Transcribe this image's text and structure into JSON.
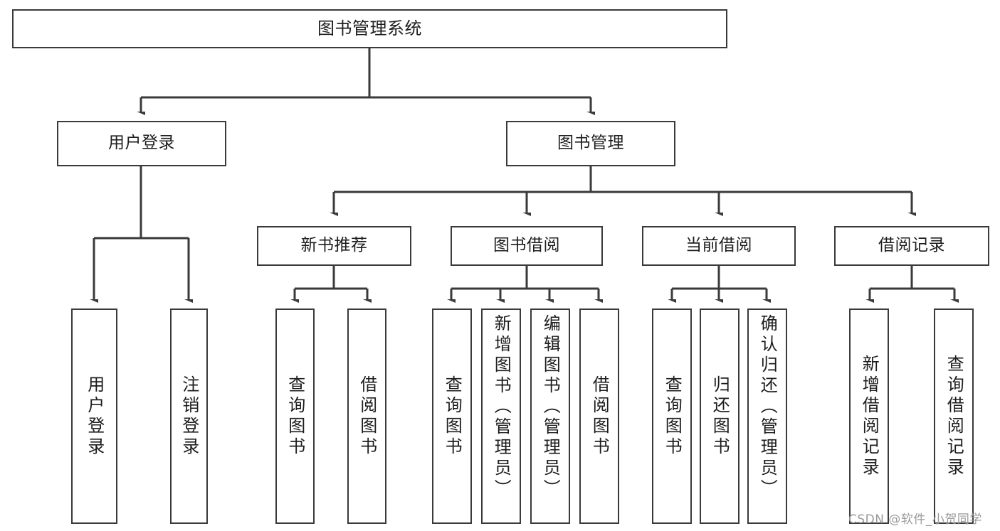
{
  "diagram": {
    "title": "图书管理系统",
    "type": "tree",
    "colors": {
      "background": "#ffffff",
      "node_border": "#3a3a3a",
      "node_fill": "#ffffff",
      "edge": "#3a3a3a",
      "text": "#1d1d1d",
      "watermark": "#9a9a9a"
    },
    "root": {
      "label": "图书管理系统",
      "orientation": "horizontal"
    },
    "level1": [
      {
        "label": "用户登录",
        "orientation": "horizontal"
      },
      {
        "label": "图书管理",
        "orientation": "horizontal"
      }
    ],
    "level2": [
      {
        "label": "新书推荐",
        "orientation": "horizontal",
        "parent": "图书管理"
      },
      {
        "label": "图书借阅",
        "orientation": "horizontal",
        "parent": "图书管理"
      },
      {
        "label": "当前借阅",
        "orientation": "horizontal",
        "parent": "图书管理"
      },
      {
        "label": "借阅记录",
        "orientation": "horizontal",
        "parent": "图书管理"
      }
    ],
    "leaves": {
      "user_login": [
        {
          "label": "用户登录",
          "orientation": "vertical"
        },
        {
          "label": "注销登录",
          "orientation": "vertical"
        }
      ],
      "new_book_recommend": [
        {
          "label": "查询图书",
          "orientation": "vertical"
        },
        {
          "label": "借阅图书",
          "orientation": "vertical"
        }
      ],
      "book_borrow": [
        {
          "label": "查询图书",
          "orientation": "vertical"
        },
        {
          "label": "新增图书（管理员）",
          "orientation": "vertical"
        },
        {
          "label": "编辑图书（管理员）",
          "orientation": "vertical"
        },
        {
          "label": "借阅图书",
          "orientation": "vertical"
        }
      ],
      "current_borrow": [
        {
          "label": "查询图书",
          "orientation": "vertical"
        },
        {
          "label": "归还图书",
          "orientation": "vertical"
        },
        {
          "label": "确认归还（管理员）",
          "orientation": "vertical"
        }
      ],
      "borrow_record": [
        {
          "label": "新增借阅记录",
          "orientation": "vertical"
        },
        {
          "label": "查询借阅记录",
          "orientation": "vertical"
        }
      ]
    }
  },
  "watermark": {
    "text": "CSDN @软件_小贺同学"
  }
}
